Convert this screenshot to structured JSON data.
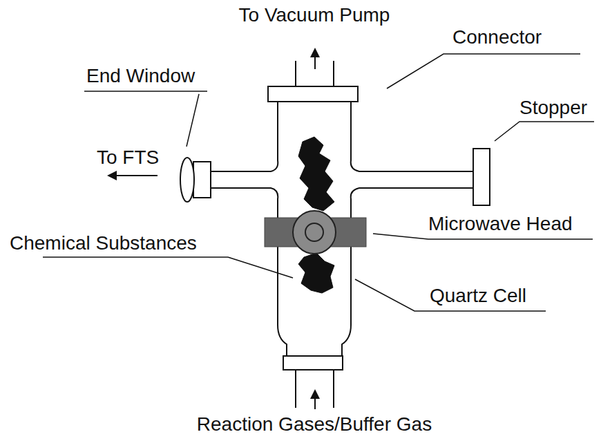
{
  "diagram": {
    "labels": [
      "To Vacuum Pump",
      "Connector",
      "End Window",
      "To FTS",
      "Stopper",
      "Microwave Head",
      "Chemical Substances",
      "Quartz Cell",
      "Reaction Gases/Buffer Gas"
    ]
  }
}
